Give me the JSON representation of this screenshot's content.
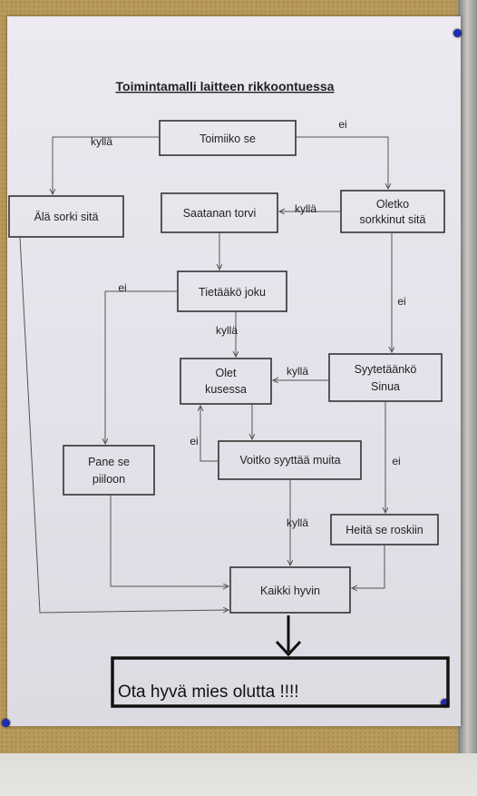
{
  "title": "Toimintamalli laitteen rikkoontuessa",
  "nodes": {
    "toimiiko": "Toimiiko se",
    "ala_sorki": "Älä sorki sitä",
    "saatanan_torvi": "Saatanan torvi",
    "oletko_1": "Oletko",
    "oletko_2": "sorkkinut sitä",
    "tietaako": "Tietääkö joku",
    "olet_1": "Olet",
    "olet_2": "kusessa",
    "syytetaanko_1": "Syytetäänkö",
    "syytetaanko_2": "Sinua",
    "pane_1": "Pane se",
    "pane_2": "piiloon",
    "voitko": "Voitko syyttää muita",
    "heita": "Heitä se roskiin",
    "kaikki": "Kaikki hyvin"
  },
  "edge_labels": {
    "toimiiko_kylla": "kyllä",
    "toimiiko_ei": "ei",
    "oletko_kylla": "kyllä",
    "oletko_ei": "ei",
    "tietaako_ei": "ei",
    "tietaako_kylla": "kyllä",
    "syytetaanko_kylla": "kyllä",
    "syytetaanko_ei": "ei",
    "voitko_ei": "ei",
    "voitko_kylla": "kyllä"
  },
  "bottom_text": "Ota hyvä mies olutta !!!!",
  "colors": {
    "paper": "#e6e4ea",
    "cork": "#b89a5c",
    "ink": "#222222",
    "pin": "#1f2bb0"
  }
}
